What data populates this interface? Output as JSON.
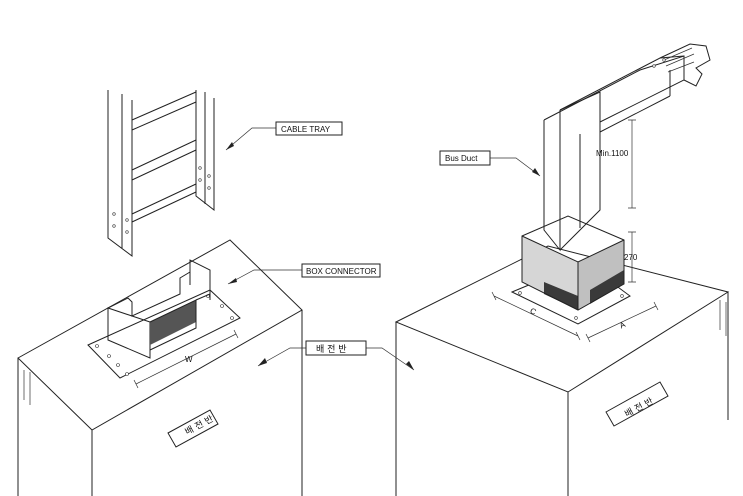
{
  "labels": {
    "cable_tray": "CABLE TRAY",
    "box_connector": "BOX CONNECTOR",
    "bus_duct": "Bus Duct",
    "panel": "배 전 반",
    "panel_left_plate": "배 전 반",
    "panel_right_plate": "배 전 반"
  },
  "dimensions": {
    "w": "W",
    "c": "C",
    "a": "A",
    "height_270": "270",
    "min_1100": "Min.1100"
  }
}
